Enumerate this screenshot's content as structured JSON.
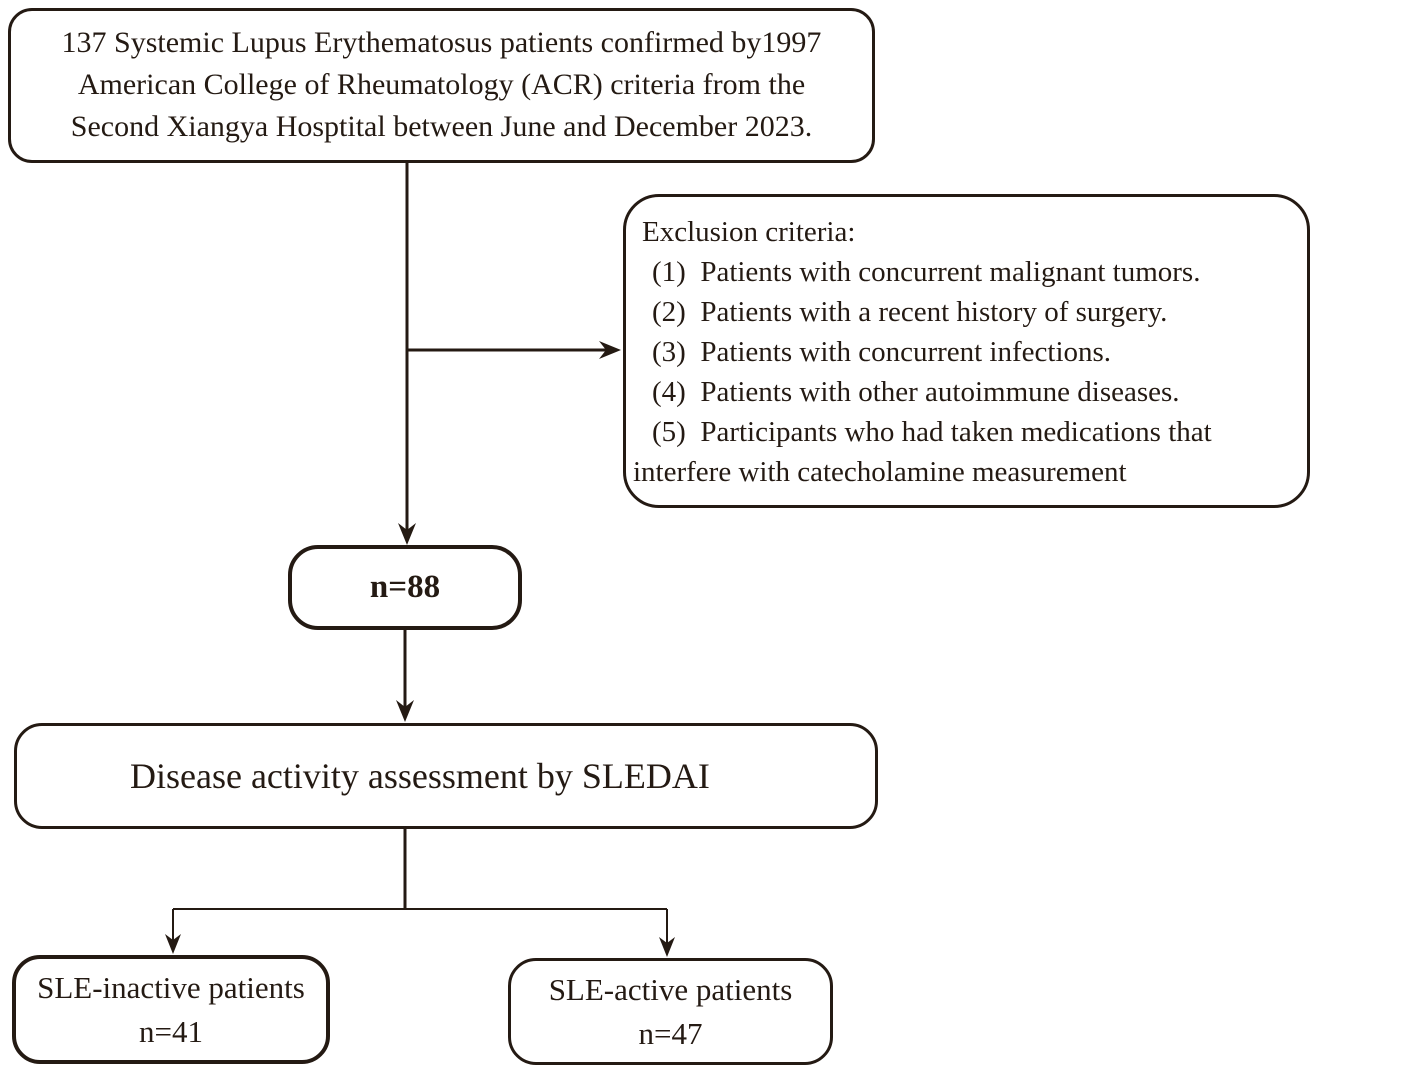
{
  "diagram": {
    "enrollment": {
      "lines": [
        "137 Systemic Lupus Erythematosus patients confirmed by1997",
        "American College of Rheumatology (ACR) criteria from the",
        "Second Xiangya Hosptital between June and December 2023."
      ]
    },
    "exclusion": {
      "heading": "Exclusion criteria:",
      "items": [
        "(1)  Patients with concurrent malignant tumors.",
        "(2)  Patients with a recent history of surgery.",
        "(3)  Patients with concurrent infections.",
        "(4)  Patients with other autoimmune diseases.",
        "(5)  Participants who had taken medications that"
      ],
      "continuation": "interfere with catecholamine measurement"
    },
    "cohort": {
      "label": "n=88"
    },
    "assessment": {
      "label": "Disease activity assessment by SLEDAI"
    },
    "inactive": {
      "lines": [
        "SLE-inactive patients",
        "n=41"
      ]
    },
    "active": {
      "lines": [
        "SLE-active patients",
        "n=47"
      ]
    }
  },
  "colors": {
    "ink": "#241a13",
    "background": "#ffffff"
  }
}
